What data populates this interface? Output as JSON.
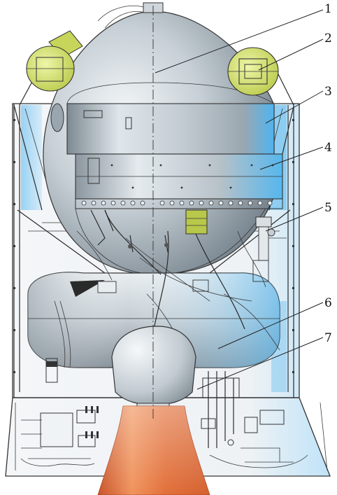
{
  "figure": {
    "callouts": [
      {
        "id": "callout-1",
        "number": "1"
      },
      {
        "id": "callout-2",
        "number": "2"
      },
      {
        "id": "callout-3",
        "number": "3"
      },
      {
        "id": "callout-4",
        "number": "4"
      },
      {
        "id": "callout-5",
        "number": "5"
      },
      {
        "id": "callout-6",
        "number": "6"
      },
      {
        "id": "callout-7",
        "number": "7"
      }
    ],
    "colors": {
      "tank_light": "#eef3f6",
      "tank_mid": "#aab6bf",
      "tank_dark": "#6f7c86",
      "blue_highlight": "#4fb4ef",
      "bottle_green": "#d9e86a",
      "nozzle_orange": "#e2703a",
      "line": "#2a2a2a"
    }
  }
}
